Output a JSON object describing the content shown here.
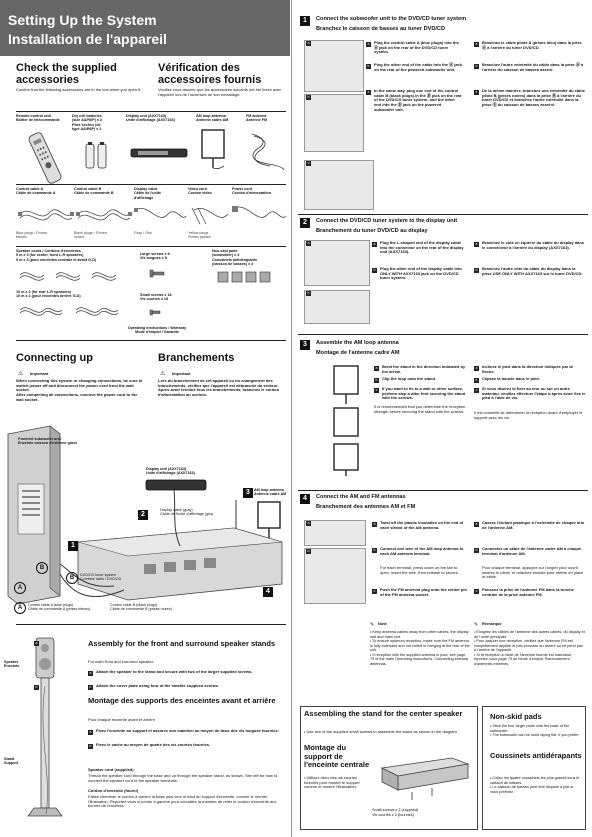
{
  "header": {
    "title_en": "Setting Up the System",
    "title_fr": "Installation de l'appareil"
  },
  "check": {
    "title_en": "Check the supplied accessories",
    "desc_en": "Confirm that the following accessories are in the box when you open it.",
    "title_fr": "Vérification des accessoires fournis",
    "desc_fr": "Veuillez vous assurer que les accessoires suivants ont été livrés avec l'appareil lors de l'ouverture de son emballage."
  },
  "accessories": [
    {
      "text": "Remote control unit\nBoîtier de télécommande"
    },
    {
      "text": "Dry cell batteries\n(size AA/R6P) x 2\nPiles sèches (de\ntype AA/R6P) x 2"
    },
    {
      "text": "Display unit (AXX7163)\nUnité d'affichage (AXX7163)"
    },
    {
      "text": "AM loop antenna\nAntenne cadre AM"
    },
    {
      "text": "FM antenna\nAntenne FM"
    },
    {
      "text": "Control cable A\nCâble de commande A"
    },
    {
      "text": "Control cable B\nCâble de commande B"
    },
    {
      "text": "Display cable\nCâble de l'unité\nd'affichage"
    },
    {
      "text": "Video cord\nCordon vidéo"
    },
    {
      "text": "Power cord\nCordon d'alimentation"
    },
    {
      "text": "Blue plugs / Fiches\nbleues"
    },
    {
      "text": "Black plugs / Fiches\nnoires"
    },
    {
      "text": "Gray / Gris"
    },
    {
      "text": "Yellow plugs\nFiches jaunes"
    },
    {
      "text": "Speaker cords / Cordons d'enceintes\n5 m x 3 (for center, front L-R speakers)\n5 m x 3 (pour enceintes centrale et avant G-D)"
    },
    {
      "text": "Large screws x 8\nVis longues x 8"
    },
    {
      "text": "Non-skid pads\n(subwoofer) x 4\nCoussinets antidérapants\n(caisson de basses) x 4"
    },
    {
      "text": "10 m x 2 (for rear L-R speakers)\n10 m x 2 (pour enceintes arrière G-D)"
    },
    {
      "text": "Small screws x 18\nVis courtes x 18"
    },
    {
      "text": "Operating instructions / Warranty\nMode d'emploi / Garantie"
    }
  ],
  "connecting": {
    "title_en": "Connecting up",
    "important_en": "Important",
    "body_en": "When connecting this system or changing connections, be sure to switch power off and disconnect the power cord from the wall socket.\nAfter completing all connections, connect the power cord to the wall socket.",
    "title_fr": "Branchements",
    "important_fr": "Important",
    "body_fr": "Lors du branchement de cet appareil ou du changement des branchements, vérifiez que l'appareil est débranché du secteur.\nAprès avoir terminé tous les branchements, branchez le cordon d'alimentation au secteur."
  },
  "diagram": {
    "label_sub": "Powered subwoofer unit\nEnceinte caisson d'extrême grave",
    "label_display": "Display unit (AXX7163)\nUnité d'affichage (AXX7163)",
    "label_am": "AM loop antenna\nAntenne cadre AM",
    "label_dispcable": "Display cable (gray)\nCâble de l'unité d'affichage (gris)",
    "label_dvd": "DVD/CD tuner system\nCombiné radio / DVD/CD",
    "label_ca": "Control cable A (blue plugs)\nCâble de commande A (prises bleues)",
    "label_cb": "Control cable B (black plugs)\nCâble de commande B (prises noires)",
    "n1": "1",
    "n2": "2",
    "n3": "3",
    "n4": "4",
    "nA": "A",
    "nB": "B"
  },
  "stand_front": {
    "title_en": "Assembly for the front and surround speaker stands",
    "desc_en": "For each front and surround speaker:",
    "a_en": "Attach the speaker to the stand and secure with two of the larger supplied screws.",
    "b_en": "Attach the cover plate using four of the smaller supplied screws.",
    "title_fr": "Montage des supports des enceintes avant et arrière",
    "desc_fr": "Pour chaque enceinte avant et arrière",
    "a_fr": "Fixez l'enceinte au support et assurez son maintien au moyen de deux des vis longues fournies.",
    "b_fr": "Fixez le cache au moyen de quatre des vis courtes fournies.",
    "cord_title_en": "Speaker cord (supplied)",
    "cord_en": "Thread the speaker cord through the base and up through the speaker stand, as shown. See left for how to connect the speaker cord to the speaker terminals.",
    "cord_title_fr": "Cordon d'enceinte (fourni)",
    "cord_fr": "Faites cheminer le cordon à travers la base puis vers le haut du support d'enceinte, comme le montre l'illustration. Reportez-vous ci-contre à gauche pour connaître la manière de relier le cordon d'enceinte aux bornes de l'enceinte.",
    "label_speaker": "Speaker\nEnceinte",
    "label_stand": "Stand\nSupport",
    "a": "a",
    "b": "b"
  },
  "step1": {
    "num": "1",
    "title_en": "Connect the subwoofer unit to the DVD/CD tuner system",
    "title_fr": "Branchez le caisson de basses au tuner DVD/CD",
    "a_en": "Plug the control cable A (blue plugs) into the Ⓐ jack on the rear of the DVD/CD tuner system.",
    "b_en": "Plug the other end of the cable into the Ⓐ jack on the rear of the powered subwoofer unit.",
    "c_en": "In the same way, plug one end of the control cable B (black plugs) in the Ⓑ jack on the rear of the DVD/CD tuner system, and the other end into the Ⓑ jack on the powered subwoofer unit.",
    "a_fr": "Branchez le câble pilote A (prises bleu) dans la prise Ⓐ à l'arrière du tuner DVD/CD.",
    "b_fr": "Branchez l'autre extrémité du câble dans la prise Ⓐ à l'arrière du caisson de basses assevi.",
    "c_fr": "De la même manière, branchez une extrémité du câble pilote B (prises noires) dans la prise Ⓑ à l'arrière du tuner DVD/CD et branchez l'autre extrémité dans la prise Ⓑ du caisson de basses asservi."
  },
  "step2": {
    "num": "2",
    "title_en": "Connect the DVD/CD tuner system to the display unit",
    "title_fr": "Branchement du tuner DVD/CD au display",
    "a_en": "Plug the L-shaped end of the display cable into the connector on the rear of the display unit (AXX7163).",
    "b_en": "Plug the other end of the display cable into ONLY WITH AXX7163 jack on the DVD/CD tuner system.",
    "a_fr": "Branchez le côté en équerre du câble du display dans le connecteur à l'arrière du display (AXX7163).",
    "b_fr": "Branchez l'autre côté du câble du display dans la prise USE ONLY WITH AXX7163 sur le tuner DVD/CD."
  },
  "step3": {
    "num": "3",
    "title_en": "Assemble the AM loop antenna",
    "title_fr": "Montage de l'antenne cadre AM",
    "a_en": "Bend the stand in the direction indicated by the arrow.",
    "b_en": "Clip the loop onto the stand.",
    "c_en": "If you want to fix to a wall or other surface, perform step b after first securing the stand with the screws.",
    "c2_en": "It is recommended that you determine the reception strength before securing the stand with the screws.",
    "a_fr": "Inclinez le pied dans la direction indiquée par la flèche.",
    "b_fr": "Clipsez la boucle dans le pied.",
    "c_fr": "Si vous désirez la fixer au mur ou sur un autre matériau, veuillez effectuer l'étape b après avoir fixé le pied à l'aide de vis.",
    "c2_fr": "Il est conseillé de déterminer la réception avant d'employer le support avec les vis."
  },
  "step4": {
    "num": "4",
    "title_en": "Connect the AM and FM antennas",
    "title_fr": "Branchement des antennes AM et FM",
    "a_en": "Twist off the plastic insulation on the end of each strand of the AM antenna.",
    "b_en": "Connect one wire of the AM loop antenna to each AM antenna terminal.",
    "b2_en": "For each terminal, press down on the tab to open, insert the wire, then release to secure.",
    "c_en": "Push the FM antenna plug onto the center pin of the FM antenna socket.",
    "a_fr": "Cassez l'isolant plastique à l'extrémité de chaque brin de l'antenne AM.",
    "b_fr": "Connectez un câble de l'antenne cadre AM à chaque terminal d'antenne AM.",
    "b2_fr": "Pour chaque terminal, appuyez sur l'onglet pour ouvrir, insérez le câble, et relâchez ensuite pour mettre en place le câble.",
    "c_fr": "Poussez la prise de l'antenne FM dans la broche centrale de la prise antenne FM.",
    "note_en": "Note",
    "note_items_en": "• Keep antenna cables away from other cables, the display unit and main unit.\n• To ensure optimum reception, make sure the FM antenna is fully extended and not coiled or hanging at the rear of the unit.\n• If reception with the supplied antenna is poor, see page 79 of the main Operating Instructions, Connecting external antennas.",
    "note_fr": "Remarque",
    "note_items_fr": "• Éloignez les câbles de l'antenne des autres câbles, du display et de l'unité principale.\n• Pour assurer une réception, vérifiez que l'antenne FM est complètement dépliée et pas enroulée au arrière ou ne pend pas à l'arrière de l'appareil.\n• Si la réception à l'aide de l'antenne fournie est mauvaise, reportez-vous page 79 du Mode d'emploi, Raccordement d'antennes externes."
  },
  "center_stand": {
    "title_en": "Assembling the stand for the center speaker",
    "desc_en": "• Use two of the supplied small screws to assemble the stand as shown in the diagram.",
    "title_fr": "Montage du support de l'enceinte centrale",
    "desc_fr": "• Utilisez deux des vis courtes fournies pour monter le support comme le montre l'illustration.",
    "screws": "Small screws x 2 (supplied)\nVis courtes x 2 (fournies)"
  },
  "nonskid": {
    "title_en": "Non-skid pads",
    "items_en": "• Stick the four larger pads onto the base of the subwoofer.\n• The subwoofer can be used laying flat, if you prefer.",
    "title_fr": "Coussinets antidérapants",
    "items_fr": "• Collez les quatre coussinets les plus grands sous le caisson de basses.\n• Le caisson de basses peut être disposé à plat si vous préférez."
  }
}
